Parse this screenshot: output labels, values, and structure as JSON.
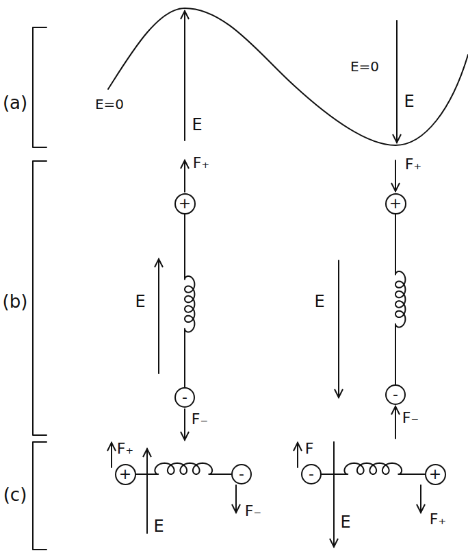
{
  "diagram": {
    "nodes": [
      {
        "text": [
          "+"
        ]
      },
      {
        "text": [
          "-"
        ]
      },
      {
        "text": [
          "+"
        ]
      },
      {
        "text": [
          "-"
        ]
      },
      {
        "text": [
          "+"
        ]
      },
      {
        "text": [
          "-"
        ]
      },
      {
        "text": [
          "-"
        ]
      },
      {
        "text": [
          "+"
        ]
      }
    ],
    "edges": [
      {
        "from": 0,
        "to": 1,
        "arrow": "none"
      },
      {
        "from": 2,
        "to": 3,
        "arrow": "none"
      },
      {
        "from": 4,
        "to": 5,
        "arrow": "none"
      },
      {
        "from": 6,
        "to": 7,
        "arrow": "none"
      }
    ],
    "labels": [
      "(a)",
      "E=0",
      "E",
      "E=0",
      "E",
      "(b)",
      "F₊",
      "F₊",
      "E",
      "E",
      "F₋",
      "F₋",
      "(c)",
      "F₊",
      "E",
      "F₋",
      "F",
      "E",
      "F₊"
    ]
  }
}
